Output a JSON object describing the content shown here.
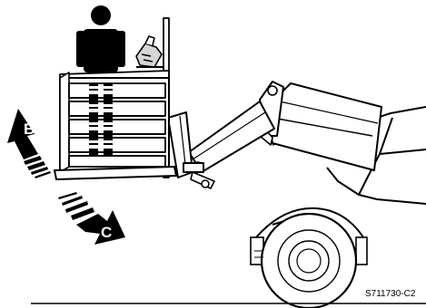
{
  "figure": {
    "code": "S711730-C2"
  },
  "arrows": {
    "up_label": "B",
    "down_label": "C"
  },
  "colors": {
    "ink": "#000000",
    "gray_fill": "#d6d6d6",
    "paper": "#ffffff"
  },
  "icons": {
    "operator": "person-icon",
    "tilt_up": "tilt-up-arrow-icon",
    "tilt_down": "tilt-down-arrow-icon",
    "hand_control": "hand-control-icon"
  }
}
